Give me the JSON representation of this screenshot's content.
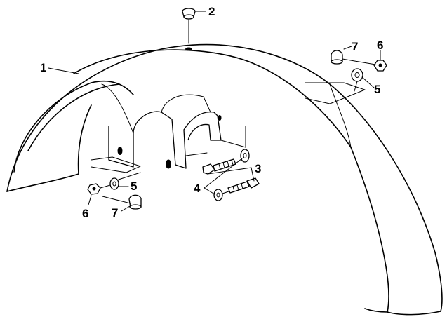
{
  "callouts": [
    {
      "id": "fender",
      "label": "1"
    },
    {
      "id": "grommet",
      "label": "2"
    },
    {
      "id": "bolt",
      "label": "3"
    },
    {
      "id": "washer-large",
      "label": "4"
    },
    {
      "id": "washer-small",
      "label": "5"
    },
    {
      "id": "nut",
      "label": "6"
    },
    {
      "id": "acorn-nut",
      "label": "7"
    }
  ]
}
